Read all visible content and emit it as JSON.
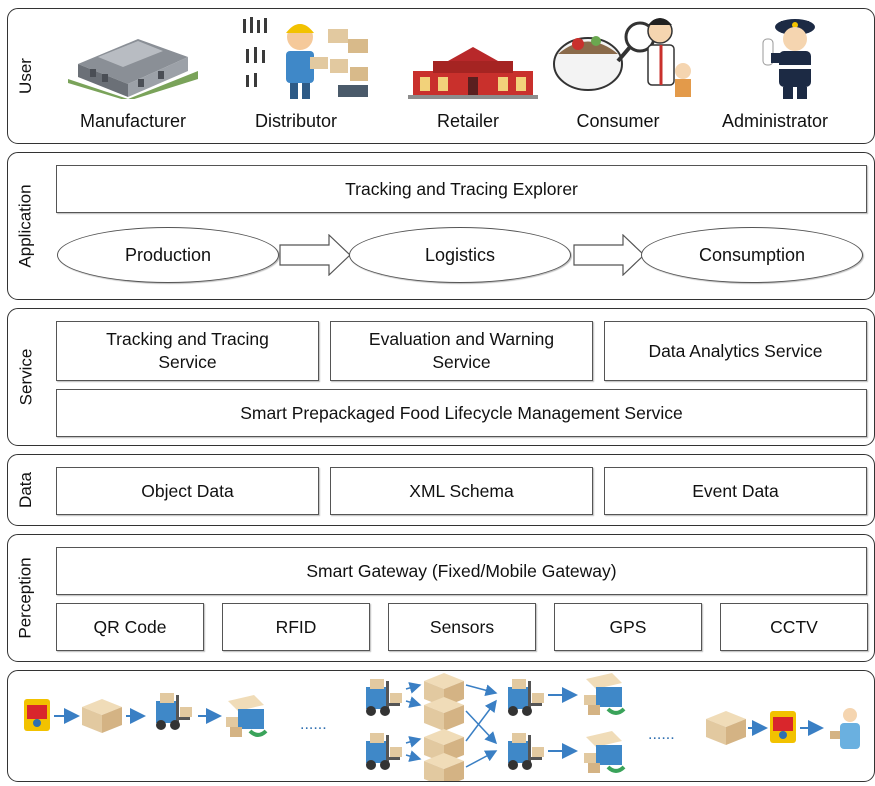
{
  "layers": {
    "user": {
      "label": "User",
      "actors": [
        {
          "label": "Manufacturer",
          "icon": "factory-icon"
        },
        {
          "label": "Distributor",
          "icon": "warehouse-worker-icon"
        },
        {
          "label": "Retailer",
          "icon": "store-icon"
        },
        {
          "label": "Consumer",
          "icon": "food-inspection-icon"
        },
        {
          "label": "Administrator",
          "icon": "police-officer-icon"
        }
      ]
    },
    "application": {
      "label": "Application",
      "explorer": "Tracking and Tracing Explorer",
      "stages": [
        "Production",
        "Logistics",
        "Consumption"
      ]
    },
    "service": {
      "label": "Service",
      "services": [
        "Tracking and Tracing\nService",
        "Evaluation and Warning\nService",
        "Data Analytics Service"
      ],
      "lifecycle": "Smart Prepackaged Food Lifecycle Management Service"
    },
    "data": {
      "label": "Data",
      "items": [
        "Object Data",
        "XML Schema",
        "Event Data"
      ]
    },
    "perception": {
      "label": "Perception",
      "gateway": "Smart Gateway (Fixed/Mobile Gateway)",
      "devices": [
        "QR Code",
        "RFID",
        "Sensors",
        "GPS",
        "CCTV"
      ]
    }
  },
  "supply_chain": {
    "ellipsis": "......",
    "icons": [
      "snack-bag-icon",
      "box-icon",
      "forklift-icon",
      "delivery-icon",
      "consumer-icon"
    ]
  },
  "colors": {
    "arrow_blue": "#3a7fc4",
    "box_tan": "#e2c9a0",
    "bag_yellow": "#f2c200",
    "bag_red": "#d9262c"
  }
}
